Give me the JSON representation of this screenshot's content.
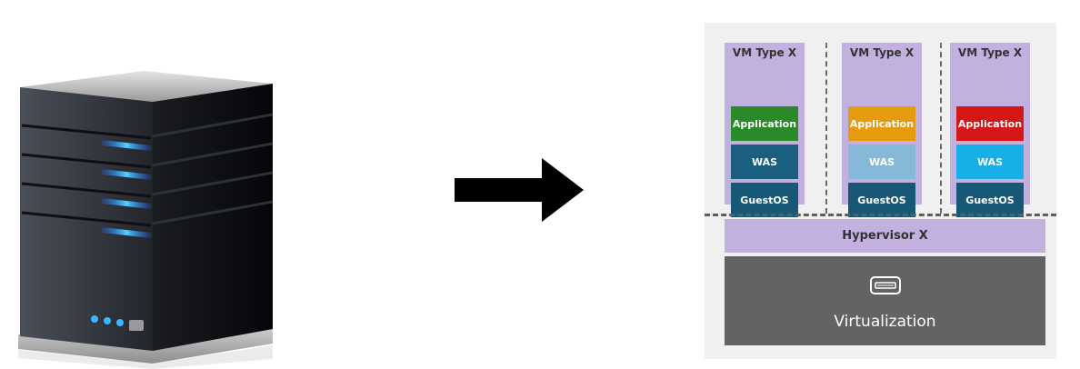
{
  "vms": [
    {
      "title": "VM Type X",
      "app": "Application",
      "was": "WAS",
      "os": "GuestOS",
      "colors": {
        "app": "#2a8a2a",
        "was": "#1a5f80",
        "os": "#175876"
      }
    },
    {
      "title": "VM Type X",
      "app": "Application",
      "was": "WAS",
      "os": "GuestOS",
      "colors": {
        "app": "#e69a10",
        "was": "#86b8d8",
        "os": "#175876"
      }
    },
    {
      "title": "VM Type X",
      "app": "Application",
      "was": "WAS",
      "os": "GuestOS",
      "colors": {
        "app": "#d41818",
        "was": "#18aee8",
        "os": "#175876"
      }
    }
  ],
  "hypervisor": {
    "label": "Hypervisor X"
  },
  "host": {
    "label": "Virtualization",
    "icon": "server-drive-icon"
  },
  "server": {
    "icon": "server-tower-icon"
  },
  "arrow": {
    "icon": "right-arrow-icon"
  }
}
